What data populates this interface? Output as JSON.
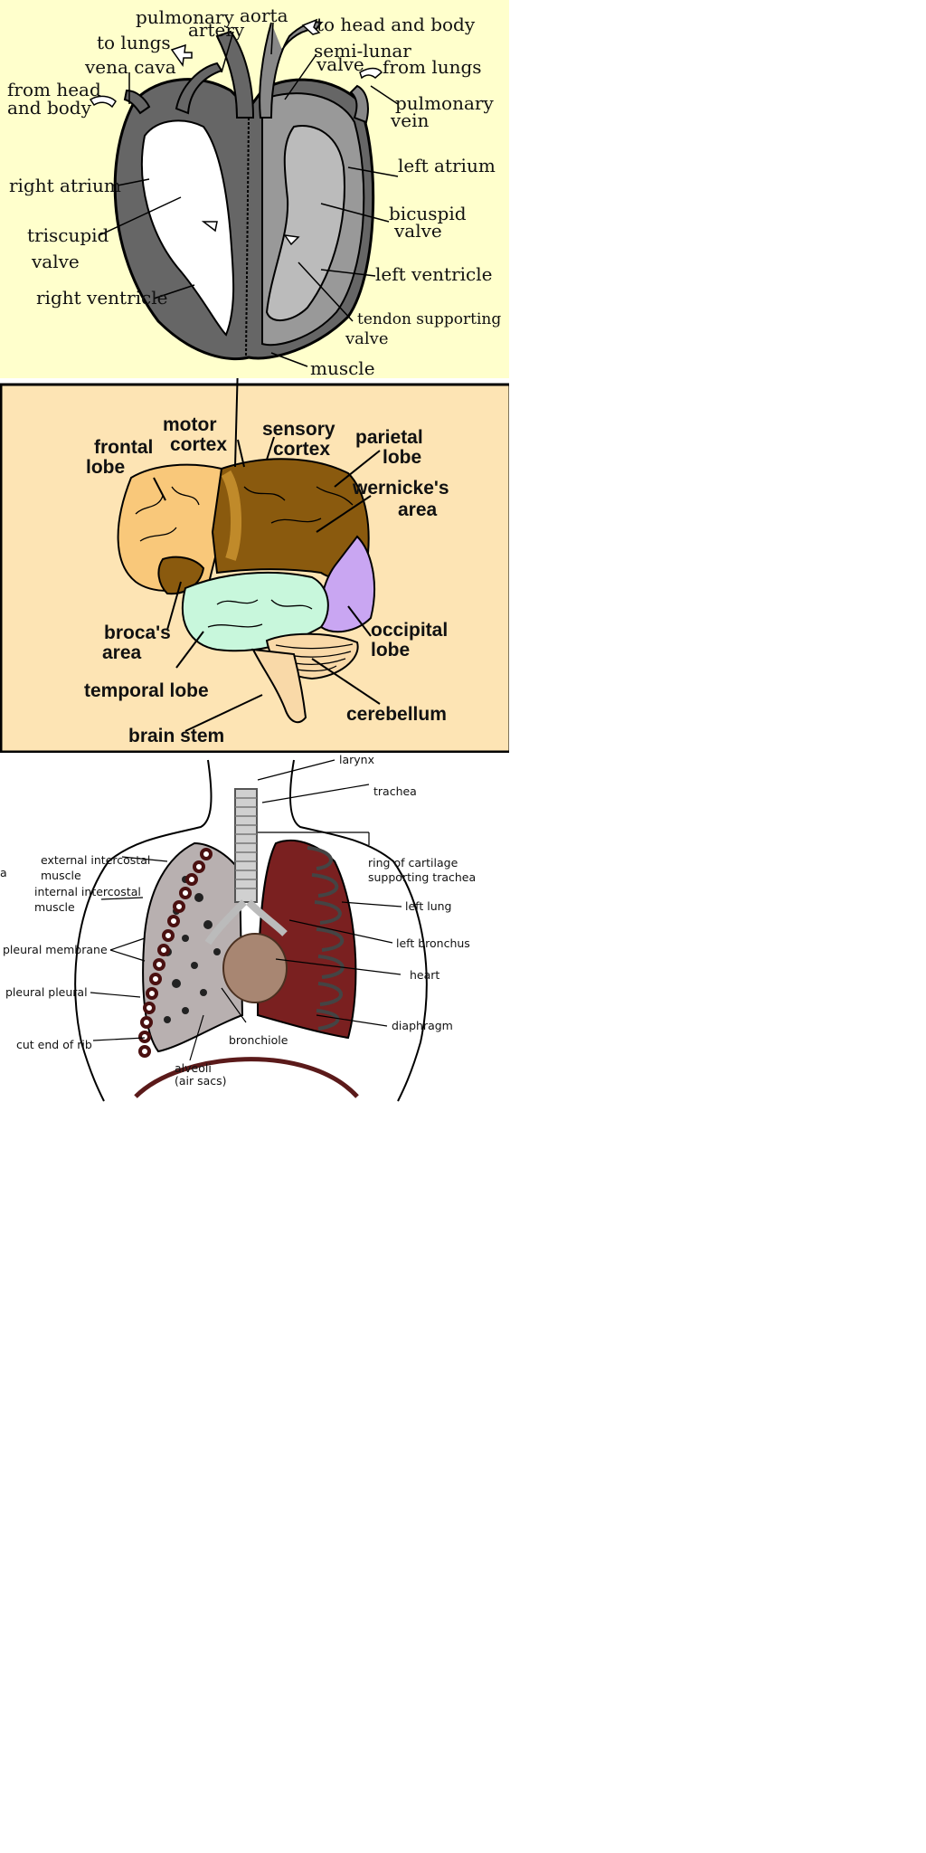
{
  "heart": {
    "background": "#ffffcc",
    "labels": {
      "pulmonary_artery_1": "pulmonary",
      "pulmonary_artery_2": "artery",
      "aorta": "aorta",
      "to_head_and_body": "to head and body",
      "to_lungs": "to lungs",
      "semi_lunar_valve_1": "semi-lunar",
      "semi_lunar_valve_2": "valve",
      "vena_cava": "vena cava",
      "from_lungs": "from lungs",
      "from_head_1": "from head",
      "from_head_2": "and body",
      "pulmonary_vein_1": "pulmonary",
      "pulmonary_vein_2": "vein",
      "left_atrium": "left atrium",
      "right_atrium": "right atrium",
      "bicuspid_valve_1": "bicuspid",
      "bicuspid_valve_2": "valve",
      "triscupid_valve_1": "triscupid",
      "triscupid_valve_2": "valve",
      "left_ventricle": "left ventricle",
      "right_ventricle": "right ventricle",
      "tendon_1": "tendon supporting",
      "tendon_2": "valve",
      "muscle": "muscle"
    }
  },
  "brain": {
    "background": "#fde4b4",
    "labels": {
      "motor_cortex_1": "motor",
      "motor_cortex_2": "cortex",
      "sensory_cortex_1": "sensory",
      "sensory_cortex_2": "cortex",
      "frontal_lobe_1": "frontal",
      "frontal_lobe_2": "lobe",
      "parietal_lobe_1": "parietal",
      "parietal_lobe_2": "lobe",
      "wernickes_area_1": "wernicke's",
      "wernickes_area_2": "area",
      "brocas_area_1": "broca's",
      "brocas_area_2": "area",
      "occipital_lobe_1": "occipital",
      "occipital_lobe_2": "lobe",
      "temporal_lobe": "temporal lobe",
      "cerebellum": "cerebellum",
      "brain_stem": "brain stem"
    }
  },
  "lungs": {
    "labels": {
      "larynx": "larynx",
      "trachea": "trachea",
      "external_intercostal_1": "external intercostal",
      "external_intercostal_2": "muscle",
      "ring_cartilage_1": "ring of cartilage",
      "ring_cartilage_2": "supporting trachea",
      "internal_intercostal_1": "internal intercostal",
      "internal_intercostal_2": "muscle",
      "left_lung": "left lung",
      "left_bronchus": "left bronchus",
      "pleural_membrane": "pleural membrane",
      "heart": "heart",
      "pleural_pleural": "pleural pleural",
      "diaphragm": "diaphragm",
      "bronchiole": "bronchiole",
      "cut_end_of_rib": "cut end of rib",
      "alveoli_1": "alveoli",
      "alveoli_2": "(air sacs)",
      "edge_a": "a"
    }
  }
}
